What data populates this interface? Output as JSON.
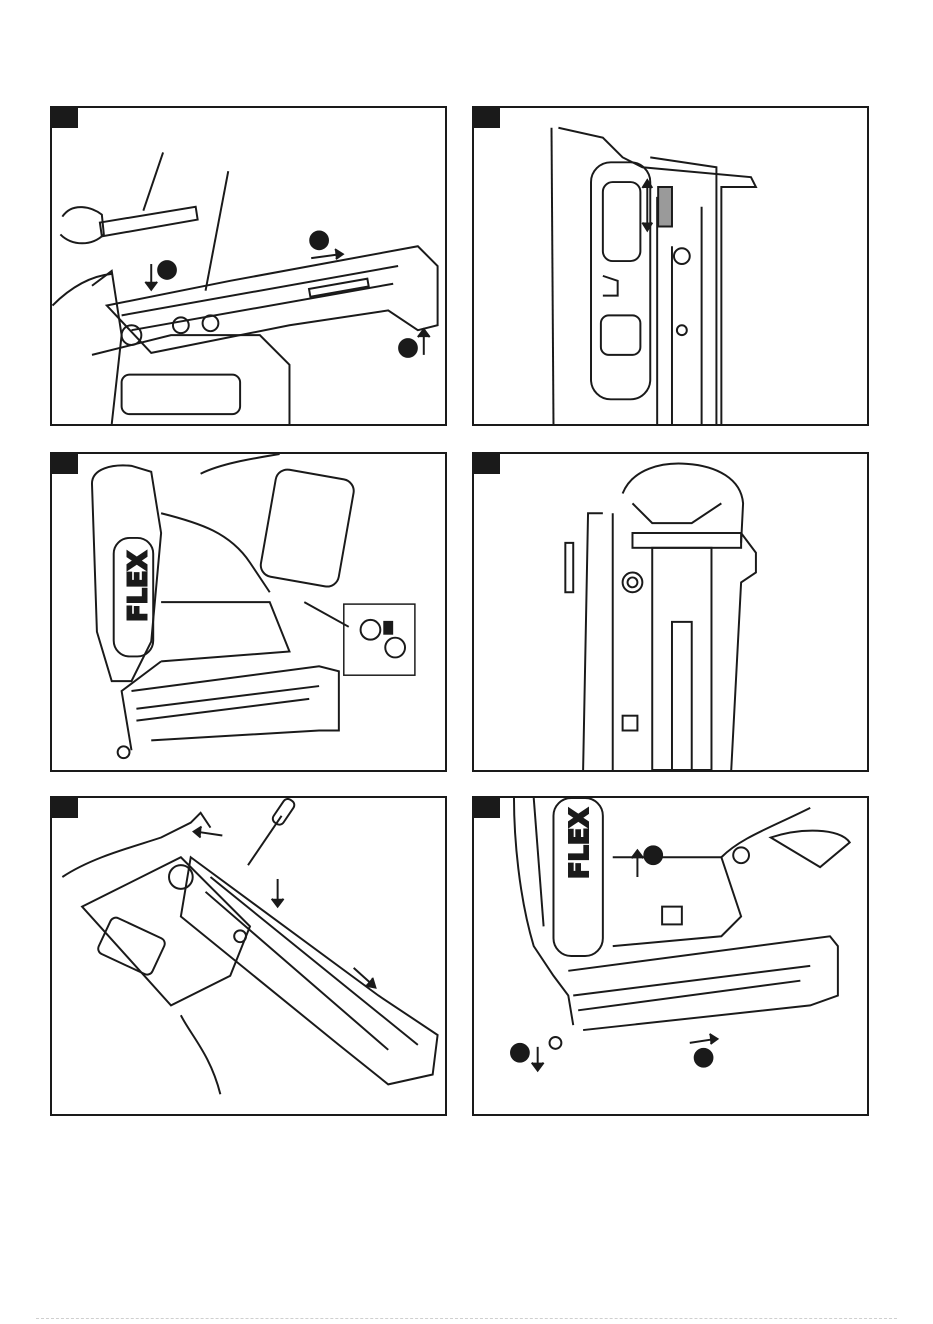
{
  "page": {
    "panels": [
      {
        "id": "fig-1",
        "brand": ""
      },
      {
        "id": "fig-2",
        "brand": ""
      },
      {
        "id": "fig-3",
        "brand": "FLEX"
      },
      {
        "id": "fig-4",
        "brand": ""
      },
      {
        "id": "fig-5",
        "brand": ""
      },
      {
        "id": "fig-6",
        "brand": "FLEX"
      }
    ],
    "colors": {
      "ink": "#1a1a1a",
      "paper": "#ffffff",
      "shade": "#9a9a9a"
    }
  }
}
